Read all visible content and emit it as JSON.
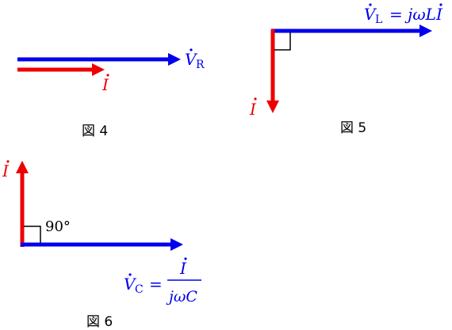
{
  "colors": {
    "voltage": "#0000ee",
    "current": "#ee0000",
    "ink": "#000000"
  },
  "fig4": {
    "caption": "図 4",
    "voltage_label": {
      "base": "V",
      "sub": "R"
    },
    "current_label": "I"
  },
  "fig5": {
    "caption": "図 5",
    "voltage_label": {
      "base": "V",
      "sub": "L",
      "rhs": "= jωL",
      "rhs_tail": "I"
    },
    "current_label": "I"
  },
  "fig6": {
    "caption": "図 6",
    "angle_label": "90°",
    "current_label": "I",
    "voltage_label": {
      "base": "V",
      "sub": "C",
      "eq": "=",
      "numerator": "I",
      "denominator": "jωC"
    }
  }
}
